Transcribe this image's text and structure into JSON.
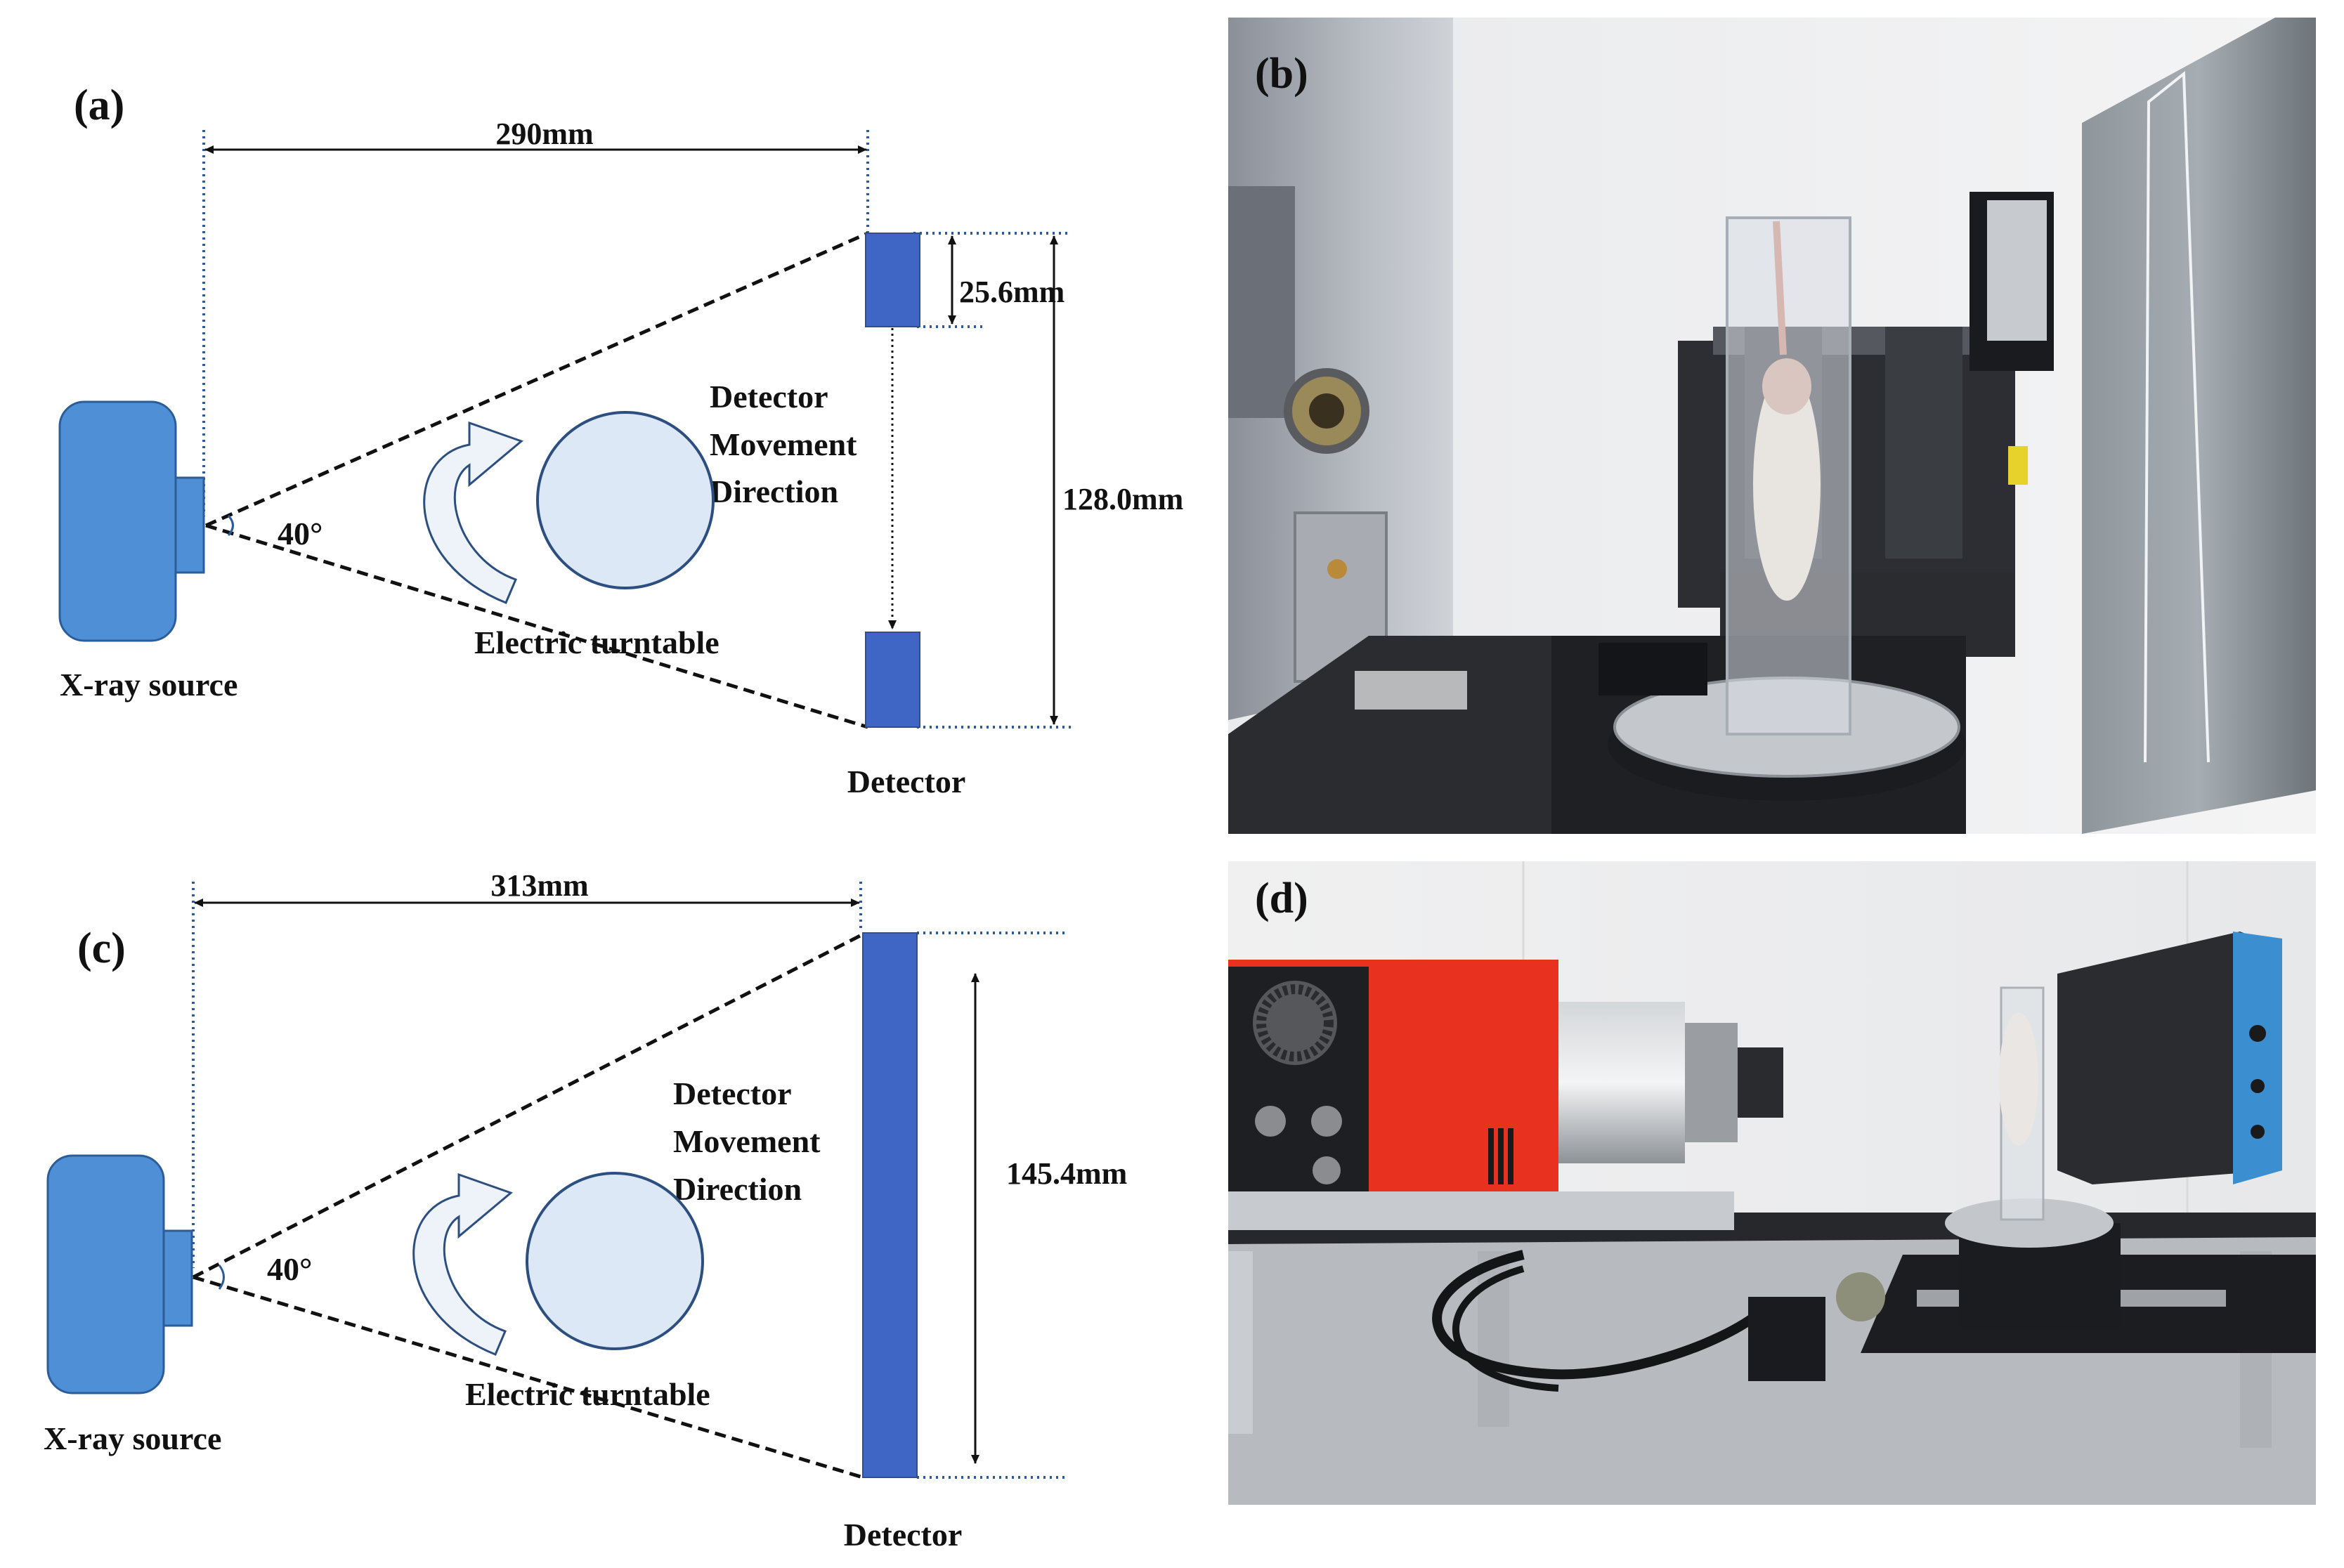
{
  "panels": {
    "a": "(a)",
    "b": "(b)",
    "c": "(c)",
    "d": "(d)"
  },
  "diagram_a": {
    "distance": "290mm",
    "detector_height": "25.6mm",
    "scan_range": "128.0mm",
    "angle": "40°",
    "movement_line1": "Detector",
    "movement_line2": "Movement",
    "movement_line3": "Direction",
    "turntable": "Electric turntable",
    "source": "X-ray source",
    "detector": "Detector"
  },
  "diagram_c": {
    "distance": "313mm",
    "detector_height": "145.4mm",
    "angle": "40°",
    "movement_line1": "Detector",
    "movement_line2": "Movement",
    "movement_line3": "Direction",
    "turntable": "Electric turntable",
    "source": "X-ray source",
    "detector": "Detector"
  },
  "colors": {
    "source_fill": "#4f8fd6",
    "detector_fill": "#3f66c4",
    "turntable_fill": "#dce8f6",
    "arrow_fill": "#eef3fa"
  }
}
